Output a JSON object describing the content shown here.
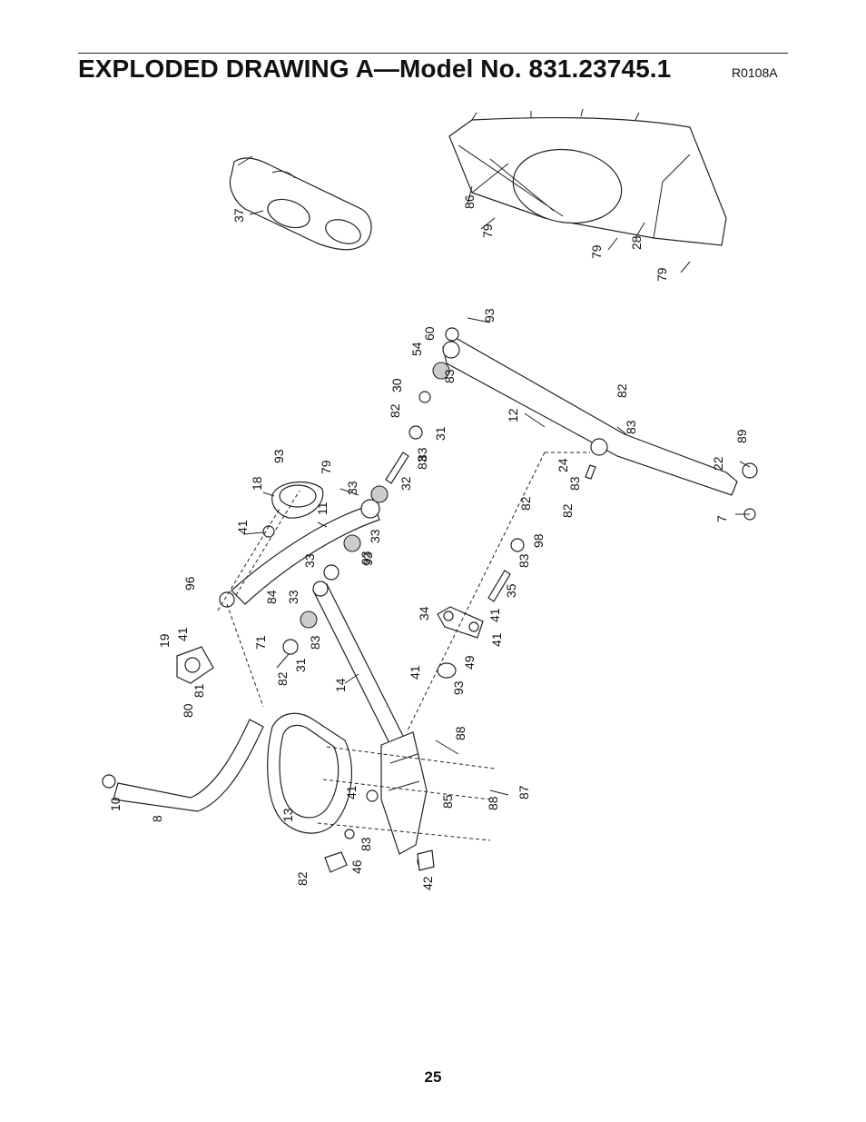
{
  "header": {
    "title": "EXPLODED DRAWING A—Model No. 831.23745.1",
    "drawing_code": "R0108A"
  },
  "footer": {
    "page_number": "25"
  },
  "part_labels": [
    "37",
    "86",
    "79",
    "79",
    "28",
    "79",
    "93",
    "60",
    "54",
    "83",
    "30",
    "82",
    "31",
    "83",
    "12",
    "82",
    "83",
    "89",
    "22",
    "7",
    "93",
    "18",
    "79",
    "33",
    "32",
    "41",
    "11",
    "33",
    "93",
    "83",
    "24",
    "82",
    "83",
    "82",
    "98",
    "96",
    "33",
    "93",
    "83",
    "35",
    "41",
    "84",
    "34",
    "33",
    "71",
    "41",
    "19",
    "41",
    "83",
    "49",
    "31",
    "82",
    "93",
    "14",
    "41",
    "80",
    "81",
    "88",
    "87",
    "85",
    "88",
    "10",
    "8",
    "13",
    "41",
    "83",
    "46",
    "82",
    "42"
  ]
}
